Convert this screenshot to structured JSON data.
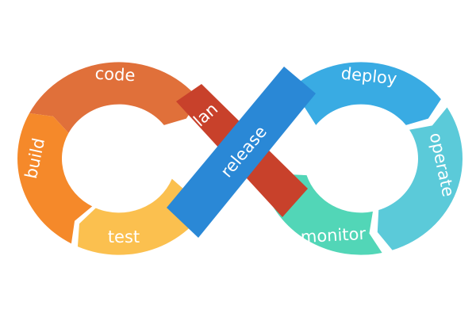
{
  "diagram": {
    "stages": [
      {
        "id": "code",
        "label": "code",
        "color": "#E0703A"
      },
      {
        "id": "build",
        "label": "build",
        "color": "#F5892A"
      },
      {
        "id": "test",
        "label": "test",
        "color": "#FBC04F"
      },
      {
        "id": "plan",
        "label": "plan",
        "color": "#C8412B"
      },
      {
        "id": "release",
        "label": "release",
        "color": "#2A88D6"
      },
      {
        "id": "deploy",
        "label": "deploy",
        "color": "#39ABE3"
      },
      {
        "id": "operate",
        "label": "operate",
        "color": "#5BCAD9"
      },
      {
        "id": "monitor",
        "label": "monitor",
        "color": "#52D6B7"
      }
    ]
  }
}
